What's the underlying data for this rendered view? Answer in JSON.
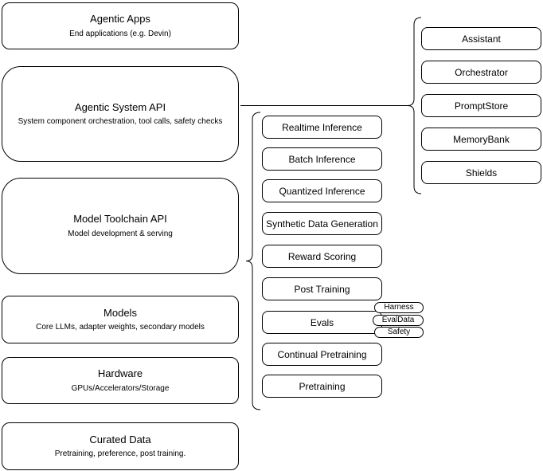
{
  "colors": {
    "stroke": "#000000",
    "fill": "#ffffff",
    "text": "#000000"
  },
  "layer_stack": {
    "boxes": [
      {
        "title": "Agentic Apps",
        "subtitle": "End applications (e.g. Devin)"
      },
      {
        "title": "Agentic System API",
        "subtitle": "System component orchestration, tool calls, safety checks"
      },
      {
        "title": "Model Toolchain API",
        "subtitle": "Model development & serving"
      },
      {
        "title": "Models",
        "subtitle": "Core LLMs, adapter weights, secondary models"
      },
      {
        "title": "Hardware",
        "subtitle": "GPUs/Accelerators/Storage"
      },
      {
        "title": "Curated Data",
        "subtitle": "Pretraining, preference, post training."
      }
    ]
  },
  "toolchain_group": {
    "items": [
      "Realtime Inference",
      "Batch Inference",
      "Quantized Inference",
      "Synthetic Data Generation",
      "Reward Scoring",
      "Post Training",
      "Evals",
      "Continual Pretraining",
      "Pretraining"
    ],
    "eval_tags": [
      "Harness",
      "EvalData",
      "Safety"
    ]
  },
  "system_group": {
    "items": [
      "Assistant",
      "Orchestrator",
      "PromptStore",
      "MemoryBank",
      "Shields"
    ]
  }
}
